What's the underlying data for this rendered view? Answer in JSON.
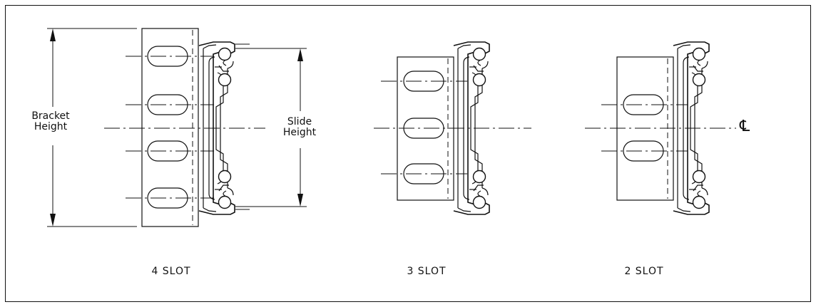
{
  "labels": {
    "bracket_height": [
      "Bracket",
      "Height"
    ],
    "slide_height": [
      "Slide",
      "Height"
    ],
    "centerline": "℄"
  },
  "captions": [
    "4 SLOT",
    "3 SLOT",
    "2 SLOT"
  ]
}
